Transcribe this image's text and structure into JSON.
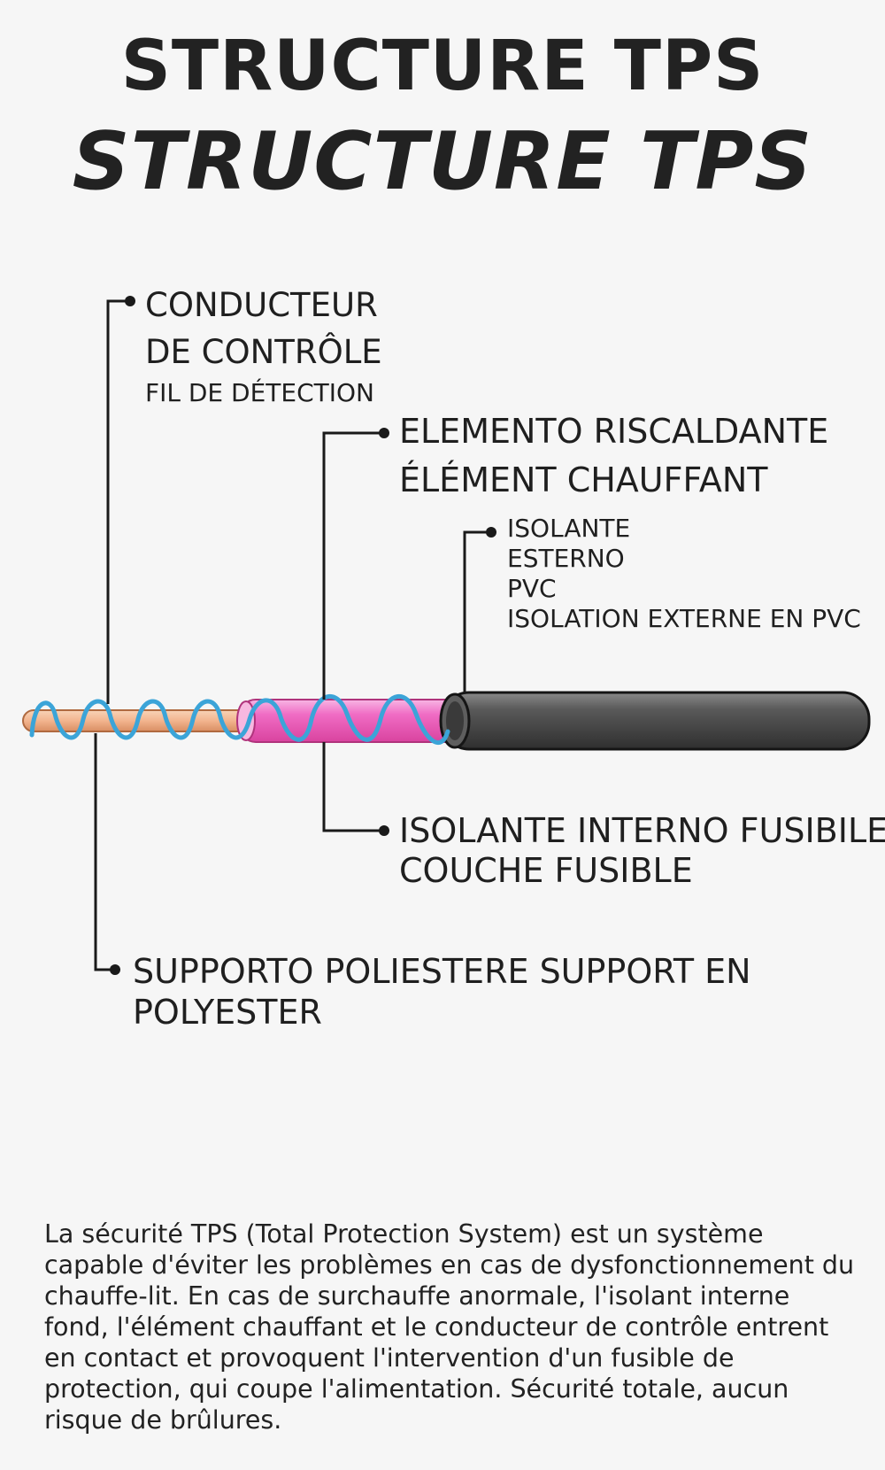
{
  "title": {
    "line1": "STRUCTURE TPS",
    "line2": "STRUCTURE TPS"
  },
  "labels": {
    "control_conductor": {
      "line1": "CONDUCTEUR",
      "line2": "DE CONTRÔLE",
      "line3": "FIL DE DÉTECTION"
    },
    "heating_element": {
      "line1": "ELEMENTO RISCALDANTE",
      "line2": "ÉLÉMENT CHAUFFANT"
    },
    "outer_insulation": {
      "line1": "ISOLANTE",
      "line2": "ESTERNO",
      "line3": "PVC",
      "line4": "ISOLATION EXTERNE EN PVC"
    },
    "fusible_layer": {
      "line1": "ISOLANTE INTERNO FUSIBILE",
      "line2": "COUCHE FUSIBLE"
    },
    "polyester_support": {
      "line1": "SUPPORTO POLIESTERE SUPPORT EN",
      "line2": "POLYESTER"
    }
  },
  "colors": {
    "core": "#f2b48e",
    "fusible_layer": "#f06cc4",
    "outer_pvc": "#4a4a4a",
    "spiral": "#3ba4d8",
    "leader": "#1a1a1a"
  },
  "description": "La sécurité TPS (Total Protection System) est un système capable d'éviter les problèmes en cas de dysfonctionnement du chauffe-lit. En cas de surchauffe anormale, l'isolant interne fond, l'élément chauffant et le conducteur de contrôle entrent en contact et provoquent l'intervention d'un fusible de protection, qui coupe l'alimentation. Sécurité totale, aucun risque de brûlures."
}
